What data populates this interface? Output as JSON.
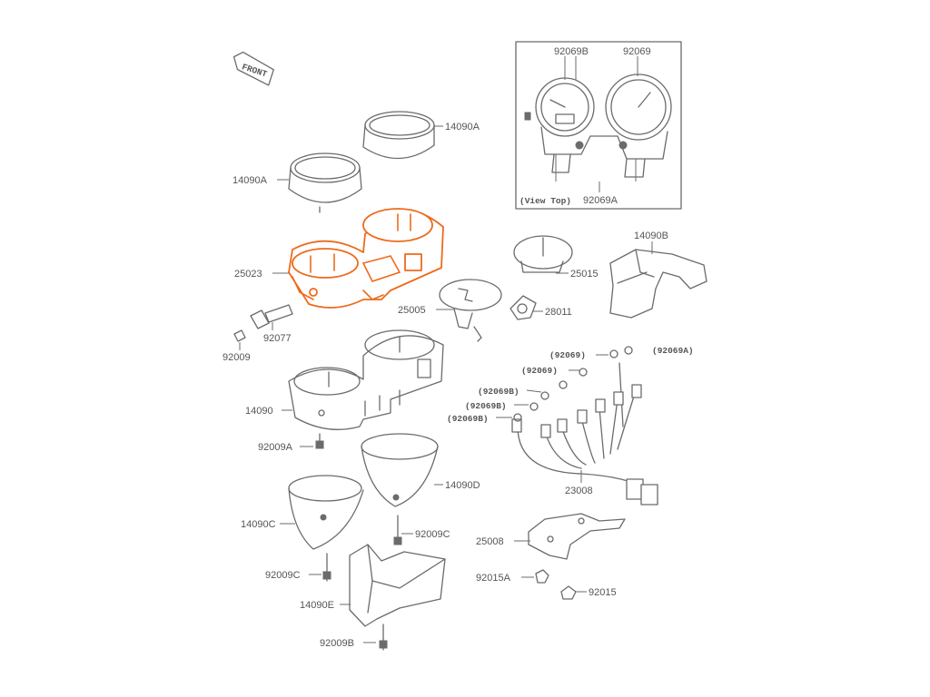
{
  "labels": {
    "p14090A_top": "14090A",
    "p14090A_left": "14090A",
    "p25023": "25023",
    "p92077": "92077",
    "p92009": "92009",
    "p14090": "14090",
    "p92009A": "92009A",
    "p14090D": "14090D",
    "p14090C": "14090C",
    "p92009C_right": "92009C",
    "p92009C_left": "92009C",
    "p14090E": "14090E",
    "p92009B": "92009B",
    "p92069B_top": "92069B",
    "p92069_top": "92069",
    "p92069A_top": "92069A",
    "view_top": "(View Top)",
    "p14090B": "14090B",
    "p25015": "25015",
    "p25005": "25005",
    "p28011": "28011",
    "w1": "(92069)",
    "w2": "(92069A)",
    "w3": "(92069)",
    "w4": "(92069B)",
    "w5": "(92069B)",
    "w6": "(92069B)",
    "p23008": "23008",
    "p25008": "25008",
    "p92015A": "92015A",
    "p92015": "92015",
    "front_badge": "FRONT"
  },
  "colors": {
    "highlight": "#ee6a1c",
    "line": "#6b6b6b",
    "label": "#555555"
  }
}
